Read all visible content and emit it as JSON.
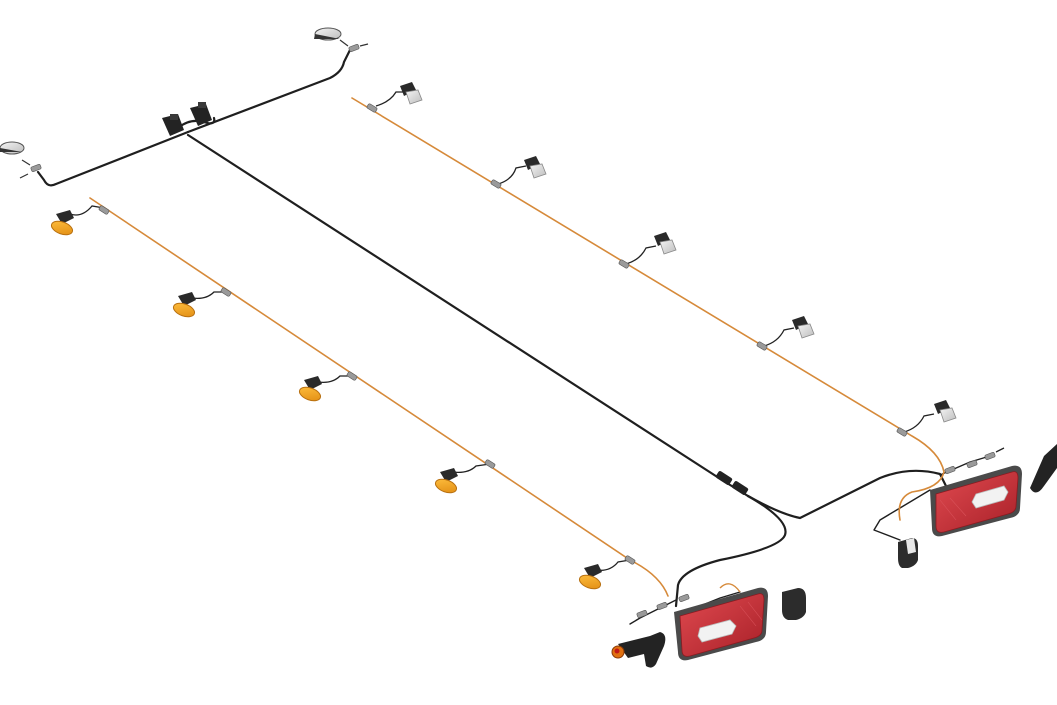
{
  "diagram": {
    "type": "trailer-lighting-harness",
    "colors": {
      "main_cable": "#1f1f1f",
      "branch_cable": "#d68a3a",
      "side_marker_amber": "#f0a020",
      "front_marker_clear": "#d8d8d8",
      "lamp_housing": "#2a2a2a",
      "rear_lamp_red": "#c8323a",
      "rear_lamp_white": "#eeeeee",
      "connector": "#9a9a9a",
      "background": "#ffffff"
    },
    "components": {
      "front_connectors": 2,
      "front_outline_markers": 2,
      "amber_side_markers": 5,
      "clear_side_markers": 5,
      "rear_combination_lamps": 2,
      "rear_outline_markers": 2,
      "reflective_rear_markers": 2
    },
    "icons": [
      "connector-icon",
      "marker-lamp-icon",
      "rear-lamp-icon",
      "outline-marker-icon"
    ]
  }
}
